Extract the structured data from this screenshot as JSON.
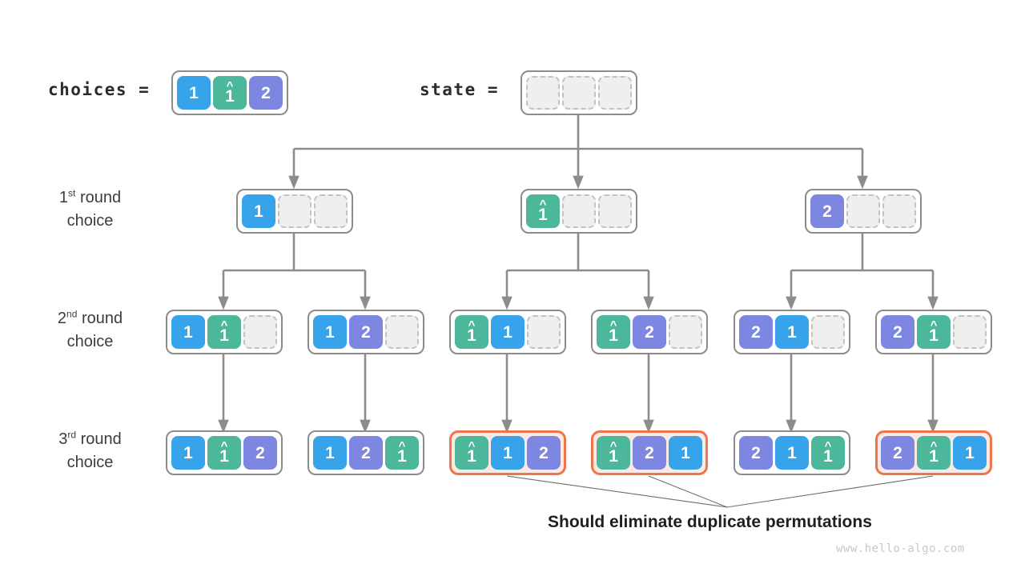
{
  "header": {
    "choices_label": "choices =",
    "state_label": "state =",
    "choices_cells": [
      {
        "value": "1",
        "color": "blue",
        "hat": false
      },
      {
        "value": "1",
        "color": "teal",
        "hat": true
      },
      {
        "value": "2",
        "color": "purple",
        "hat": false
      }
    ],
    "state_cells": [
      {
        "value": "",
        "color": "empty",
        "hat": false
      },
      {
        "value": "",
        "color": "empty",
        "hat": false
      },
      {
        "value": "",
        "color": "empty",
        "hat": false
      }
    ]
  },
  "rounds": [
    {
      "ordinal": "1",
      "suffix": "st",
      "word": "round",
      "second_line": "choice"
    },
    {
      "ordinal": "2",
      "suffix": "nd",
      "word": "round",
      "second_line": "choice"
    },
    {
      "ordinal": "3",
      "suffix": "rd",
      "word": "round",
      "second_line": "choice"
    }
  ],
  "level1": [
    {
      "highlight": false,
      "cells": [
        {
          "value": "1",
          "color": "blue",
          "hat": false
        },
        {
          "value": "",
          "color": "empty",
          "hat": false
        },
        {
          "value": "",
          "color": "empty",
          "hat": false
        }
      ]
    },
    {
      "highlight": false,
      "cells": [
        {
          "value": "1",
          "color": "teal",
          "hat": true
        },
        {
          "value": "",
          "color": "empty",
          "hat": false
        },
        {
          "value": "",
          "color": "empty",
          "hat": false
        }
      ]
    },
    {
      "highlight": false,
      "cells": [
        {
          "value": "2",
          "color": "purple",
          "hat": false
        },
        {
          "value": "",
          "color": "empty",
          "hat": false
        },
        {
          "value": "",
          "color": "empty",
          "hat": false
        }
      ]
    }
  ],
  "level2": [
    {
      "highlight": false,
      "cells": [
        {
          "value": "1",
          "color": "blue",
          "hat": false
        },
        {
          "value": "1",
          "color": "teal",
          "hat": true
        },
        {
          "value": "",
          "color": "empty",
          "hat": false
        }
      ]
    },
    {
      "highlight": false,
      "cells": [
        {
          "value": "1",
          "color": "blue",
          "hat": false
        },
        {
          "value": "2",
          "color": "purple",
          "hat": false
        },
        {
          "value": "",
          "color": "empty",
          "hat": false
        }
      ]
    },
    {
      "highlight": false,
      "cells": [
        {
          "value": "1",
          "color": "teal",
          "hat": true
        },
        {
          "value": "1",
          "color": "blue",
          "hat": false
        },
        {
          "value": "",
          "color": "empty",
          "hat": false
        }
      ]
    },
    {
      "highlight": false,
      "cells": [
        {
          "value": "1",
          "color": "teal",
          "hat": true
        },
        {
          "value": "2",
          "color": "purple",
          "hat": false
        },
        {
          "value": "",
          "color": "empty",
          "hat": false
        }
      ]
    },
    {
      "highlight": false,
      "cells": [
        {
          "value": "2",
          "color": "purple",
          "hat": false
        },
        {
          "value": "1",
          "color": "blue",
          "hat": false
        },
        {
          "value": "",
          "color": "empty",
          "hat": false
        }
      ]
    },
    {
      "highlight": false,
      "cells": [
        {
          "value": "2",
          "color": "purple",
          "hat": false
        },
        {
          "value": "1",
          "color": "teal",
          "hat": true
        },
        {
          "value": "",
          "color": "empty",
          "hat": false
        }
      ]
    }
  ],
  "level3": [
    {
      "highlight": false,
      "cells": [
        {
          "value": "1",
          "color": "blue",
          "hat": false
        },
        {
          "value": "1",
          "color": "teal",
          "hat": true
        },
        {
          "value": "2",
          "color": "purple",
          "hat": false
        }
      ]
    },
    {
      "highlight": false,
      "cells": [
        {
          "value": "1",
          "color": "blue",
          "hat": false
        },
        {
          "value": "2",
          "color": "purple",
          "hat": false
        },
        {
          "value": "1",
          "color": "teal",
          "hat": true
        }
      ]
    },
    {
      "highlight": true,
      "cells": [
        {
          "value": "1",
          "color": "teal",
          "hat": true
        },
        {
          "value": "1",
          "color": "blue",
          "hat": false
        },
        {
          "value": "2",
          "color": "purple",
          "hat": false
        }
      ]
    },
    {
      "highlight": true,
      "cells": [
        {
          "value": "1",
          "color": "teal",
          "hat": true
        },
        {
          "value": "2",
          "color": "purple",
          "hat": false
        },
        {
          "value": "1",
          "color": "blue",
          "hat": false
        }
      ]
    },
    {
      "highlight": false,
      "cells": [
        {
          "value": "2",
          "color": "purple",
          "hat": false
        },
        {
          "value": "1",
          "color": "blue",
          "hat": false
        },
        {
          "value": "1",
          "color": "teal",
          "hat": true
        }
      ]
    },
    {
      "highlight": true,
      "cells": [
        {
          "value": "2",
          "color": "purple",
          "hat": false
        },
        {
          "value": "1",
          "color": "teal",
          "hat": true
        },
        {
          "value": "1",
          "color": "blue",
          "hat": false
        }
      ]
    }
  ],
  "caption": "Should eliminate duplicate permutations",
  "watermark": "www.hello-algo.com",
  "colors": {
    "blue": "#36a3eb",
    "teal": "#4cb79b",
    "purple": "#7d86e0",
    "empty_fill": "#efefef",
    "empty_border": "#c2c2c2",
    "box_border": "#8c8c8c",
    "highlight_border": "#ec754b",
    "highlight_fill": "#fce9e3",
    "connector": "#8c8c8c",
    "annotation_line": "#6e6e6e"
  },
  "hat_glyph": "^"
}
